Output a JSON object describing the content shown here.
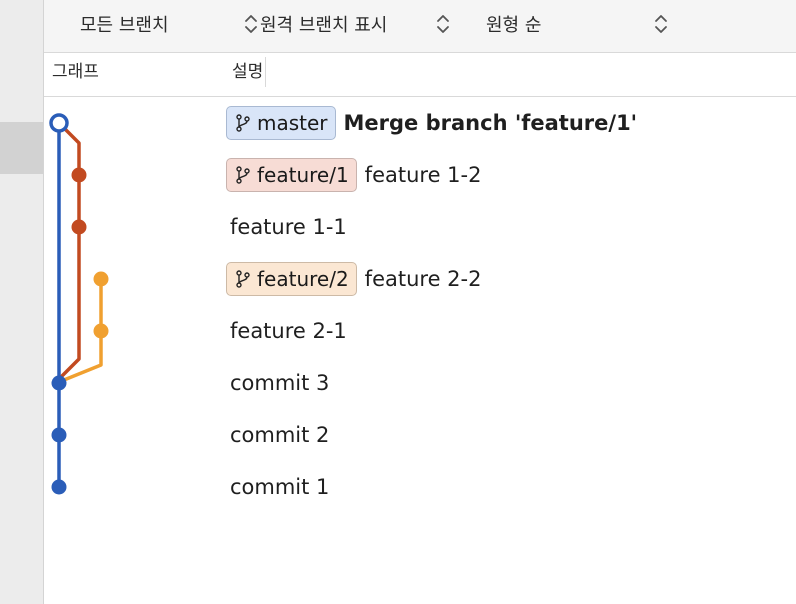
{
  "toolbar": {
    "branches_filter": "모든 브랜치",
    "remote_branches": "원격 브랜치 표시",
    "sort_order": "원형 순"
  },
  "columns": {
    "graph": "그래프",
    "description": "설명"
  },
  "commits": [
    {
      "branch": "master",
      "message": "Merge branch 'feature/1'",
      "bold": true,
      "lane_color": "#2a5db8"
    },
    {
      "branch": "feature/1",
      "message": "feature 1-2",
      "lane_color": "#c24a20"
    },
    {
      "branch": "",
      "message": "feature 1-1",
      "lane_color": "#c24a20"
    },
    {
      "branch": "feature/2",
      "message": "feature 2-2",
      "lane_color": "#f0a030"
    },
    {
      "branch": "",
      "message": "feature 2-1",
      "lane_color": "#f0a030"
    },
    {
      "branch": "",
      "message": "commit 3",
      "lane_color": "#2a5db8"
    },
    {
      "branch": "",
      "message": "commit 2",
      "lane_color": "#2a5db8"
    },
    {
      "branch": "",
      "message": "commit 1",
      "lane_color": "#2a5db8"
    }
  ],
  "colors": {
    "master": "#2a5db8",
    "feature1": "#c24a20",
    "feature2": "#f0a030"
  },
  "icons": {
    "branch": "branch-icon",
    "popup": "up-down-chevron-icon"
  }
}
